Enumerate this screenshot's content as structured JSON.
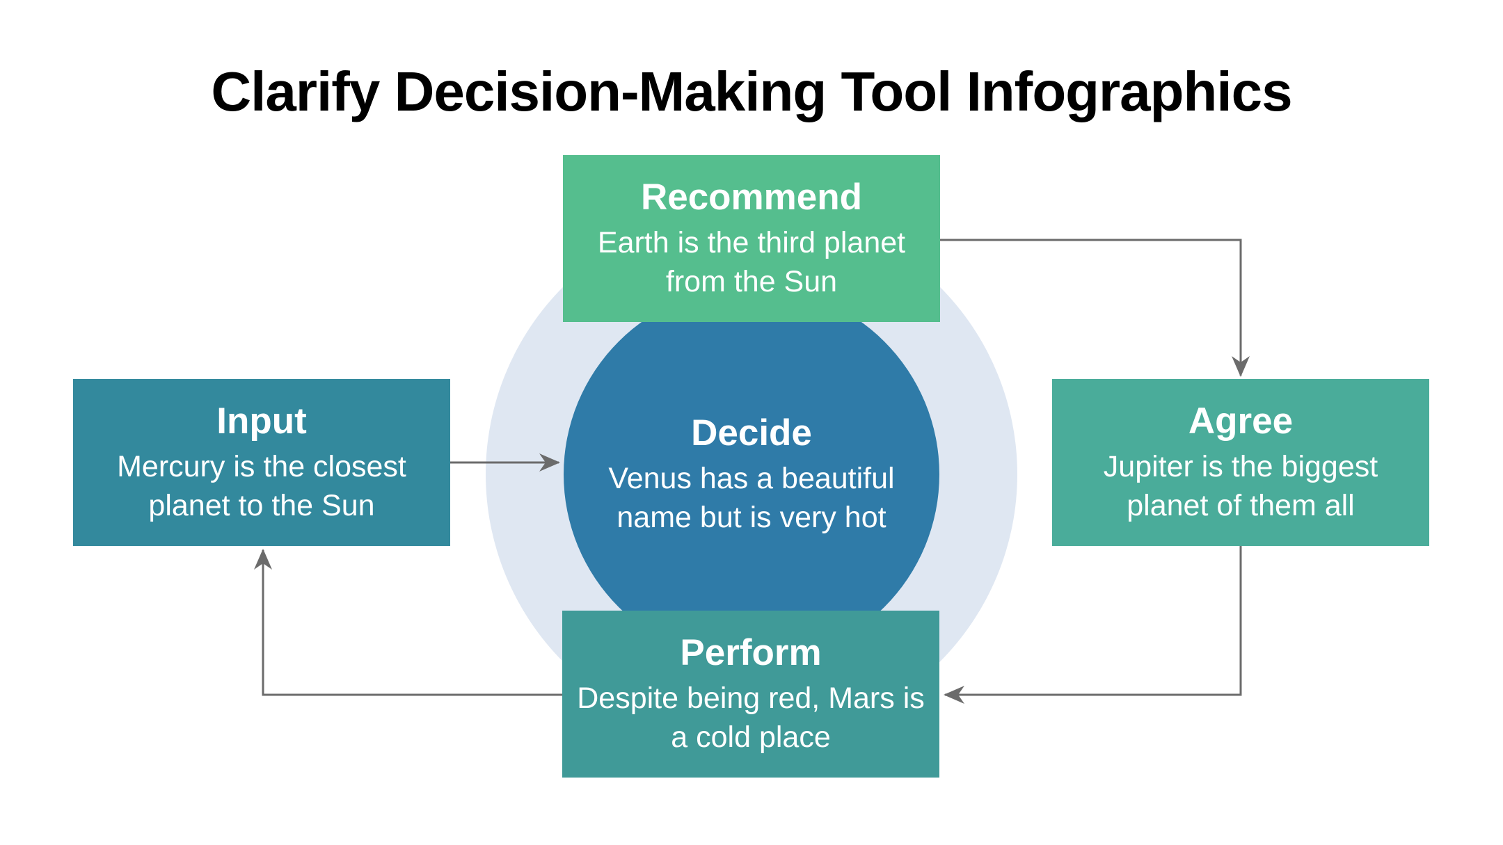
{
  "title": "Clarify Decision-Making Tool Infographics",
  "colors": {
    "background": "#ffffff",
    "title_text": "#000000",
    "outer_ring": "#dfe7f2",
    "center_circle": "#2f7ba8",
    "recommend_box": "#55be8e",
    "agree_box": "#4aac9a",
    "perform_box": "#409a98",
    "input_box": "#33899d",
    "node_text": "#ffffff",
    "arrow": "#6b6b6b"
  },
  "center": {
    "heading": "Decide",
    "body": "Venus has a beautiful\nname but is very hot"
  },
  "nodes": [
    {
      "id": "recommend",
      "heading": "Recommend",
      "body": "Earth is the third planet\nfrom the Sun"
    },
    {
      "id": "input",
      "heading": "Input",
      "body": "Mercury is the closest\nplanet to the Sun"
    },
    {
      "id": "agree",
      "heading": "Agree",
      "body": "Jupiter is the biggest\nplanet of them all"
    },
    {
      "id": "perform",
      "heading": "Perform",
      "body": "Despite being red, Mars is\na cold place"
    }
  ],
  "connections": [
    {
      "from": "Recommend",
      "to": "Agree"
    },
    {
      "from": "Agree",
      "to": "Perform"
    },
    {
      "from": "Perform",
      "to": "Input"
    },
    {
      "from": "Input",
      "to": "Decide"
    }
  ]
}
